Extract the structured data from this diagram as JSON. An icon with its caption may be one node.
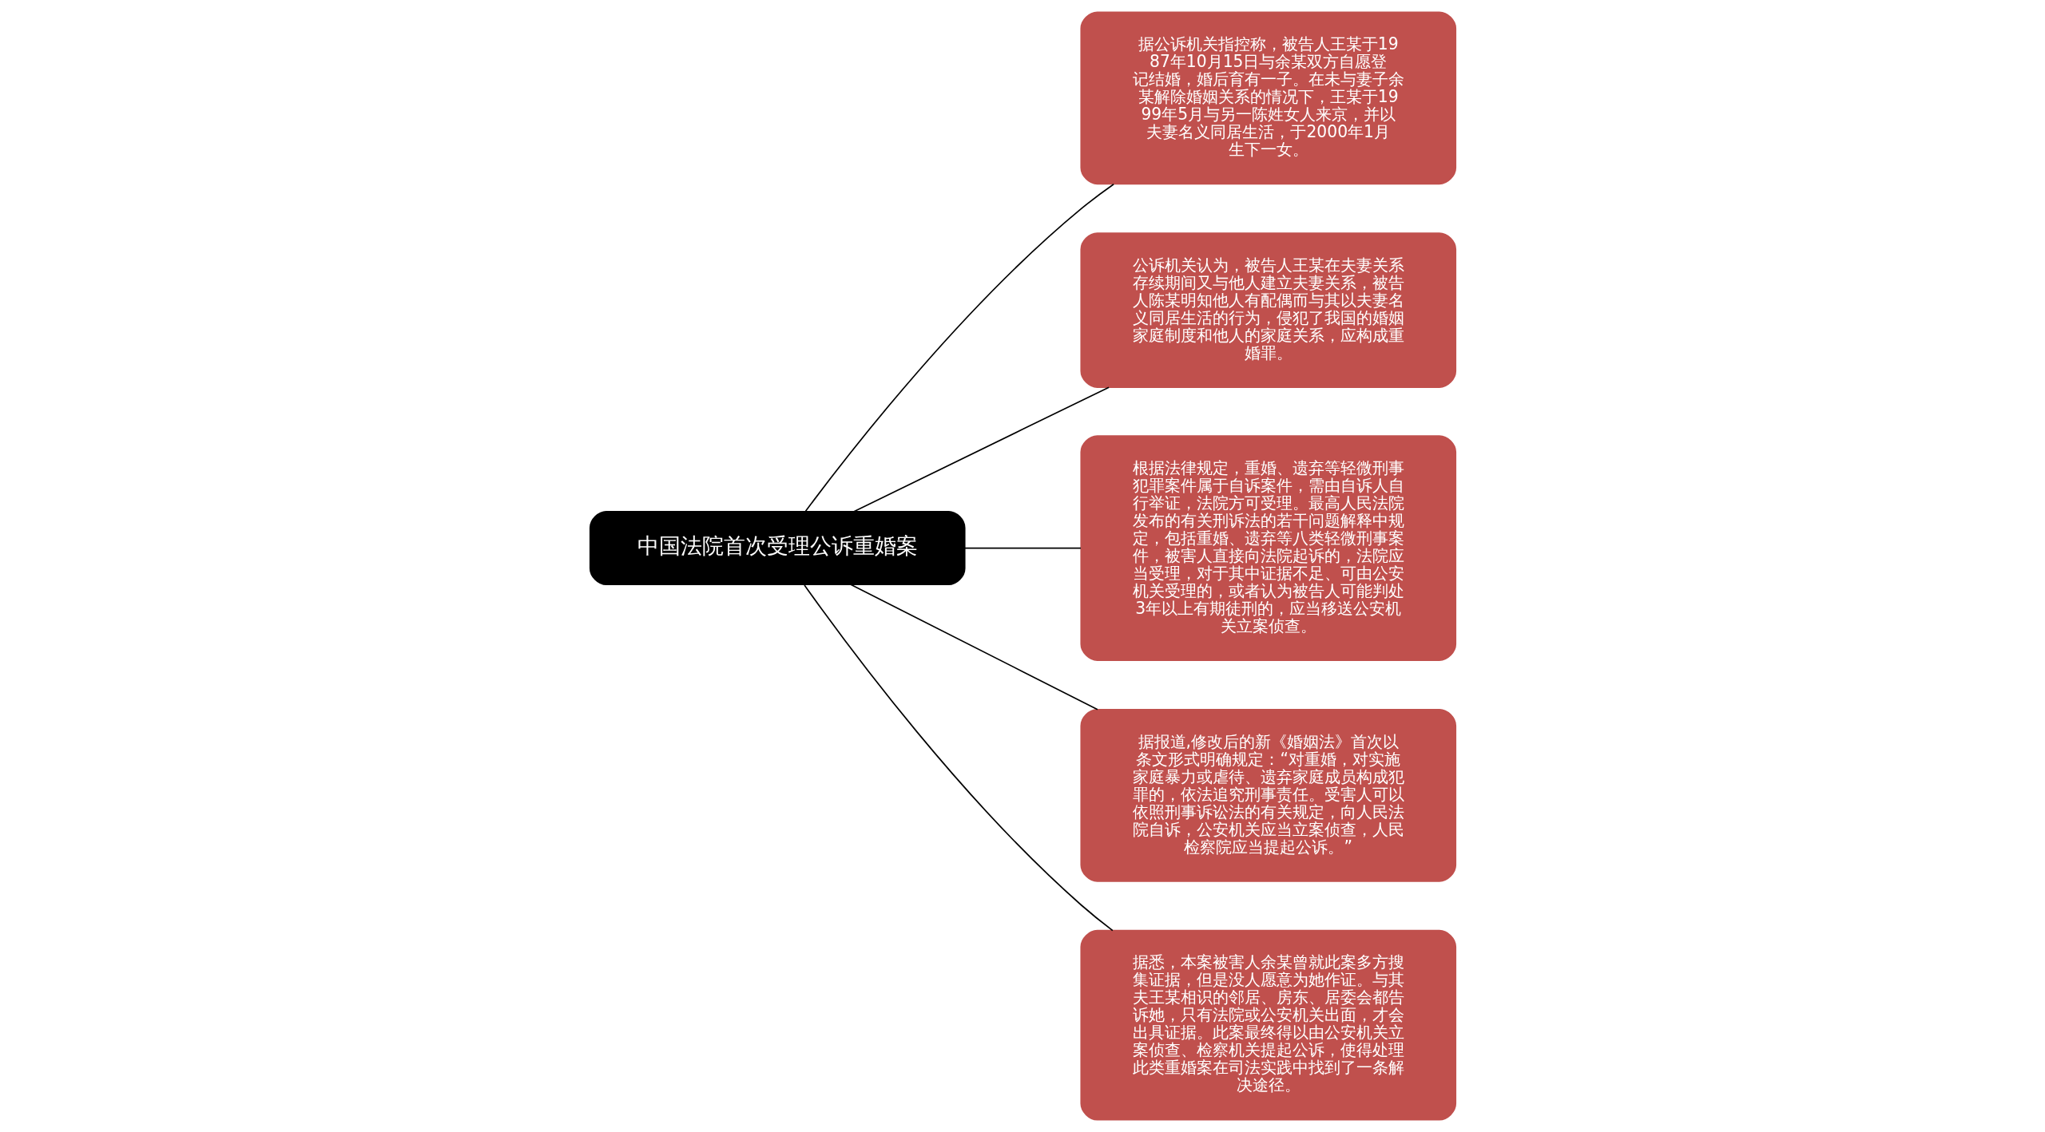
{
  "diagram": {
    "nodes": [
      {
        "text": [
          "中国法院首次受理公诉重婚案"
        ]
      },
      {
        "text": [
          "据公诉机关指控称，被告人王某于1987年10月15日与余某双方自愿登记结婚，婚后育有一子。在未与妻子余某解除婚姻关系的情况下，王某于1999年5月与另一陈姓女人来京，并以夫妻名义同居生活，于2000年1月生下一女。"
        ]
      },
      {
        "text": [
          "公诉机关认为，被告人王某在夫妻关系存续期间又与他人建立夫妻关系，被告人陈某明知他人有配偶而与其以夫妻名义同居生活的行为，侵犯了我国的婚姻家庭制度和他人的家庭关系，应构成重婚罪。"
        ]
      },
      {
        "text": [
          "根据法律规定，重婚、遗弃等轻微刑事犯罪案件属于自诉案件，需由自诉人自行举证，法院方可受理。最高人民法院发布的有关刑诉法的若干问题解释中规定，包括重婚、遗弃等八类轻微刑事案件，被害人直接向法院起诉的，法院应当受理，对于其中证据不足、可由公安机关受理的，或者认为被告人可能判处3年以上有期徒刑的，应当移送公安机关立案侦查。"
        ]
      },
      {
        "text": [
          "据报道,修改后的新《婚姻法》首次以条文形式明确规定：“对重婚，对实施家庭暴力或虐待、遗弃家庭成员构成犯罪的，依法追究刑事责任。受害人可以依照刑事诉讼法的有关规定，向人民法院自诉，公安机关应当立案侦查，人民检察院应当提起公诉。”"
        ]
      },
      {
        "text": [
          "据悉，本案被害人余某曾就此案多方搜集证据，但是没人愿意为她作证。与其夫王某相识的邻居、房东、居委会都告诉她，只有法院或公安机关出面，才会出具证据。此案最终得以由公安机关立案侦查、检察机关提起公诉，使得处理此类重婚案在司法实践中找到了一条解决途径。"
        ]
      }
    ],
    "edges": [
      {
        "from": 0,
        "to": 1,
        "arrow": "none"
      },
      {
        "from": 0,
        "to": 2,
        "arrow": "none"
      },
      {
        "from": 0,
        "to": 3,
        "arrow": "none"
      },
      {
        "from": 0,
        "to": 4,
        "arrow": "none"
      },
      {
        "from": 0,
        "to": 5,
        "arrow": "none"
      }
    ]
  }
}
